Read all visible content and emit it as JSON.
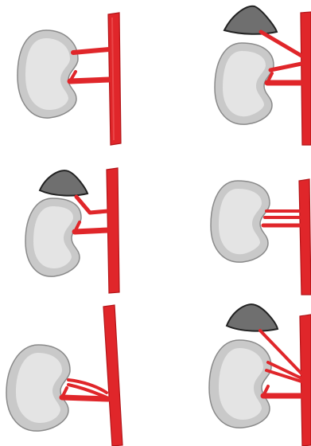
{
  "figure": {
    "panels": [
      {
        "id": "p1",
        "adrenal_gland": false,
        "renal_artery_count": 2
      },
      {
        "id": "p2",
        "adrenal_gland": true,
        "renal_artery_count": 3
      },
      {
        "id": "p3",
        "adrenal_gland": true,
        "renal_artery_count": 2
      },
      {
        "id": "p4",
        "adrenal_gland": false,
        "renal_artery_count": 3
      },
      {
        "id": "p5",
        "adrenal_gland": false,
        "renal_artery_count": 3
      },
      {
        "id": "p6",
        "adrenal_gland": true,
        "renal_artery_count": 4
      }
    ],
    "colors": {
      "artery": "#e0262a",
      "artery_dark": "#b31519",
      "kidney_fill": "#c9c9c9",
      "kidney_inner": "#e4e4e4",
      "kidney_outline": "#8a8a8a",
      "adrenal_fill": "#6f6f6f",
      "adrenal_outline": "#222222"
    }
  }
}
